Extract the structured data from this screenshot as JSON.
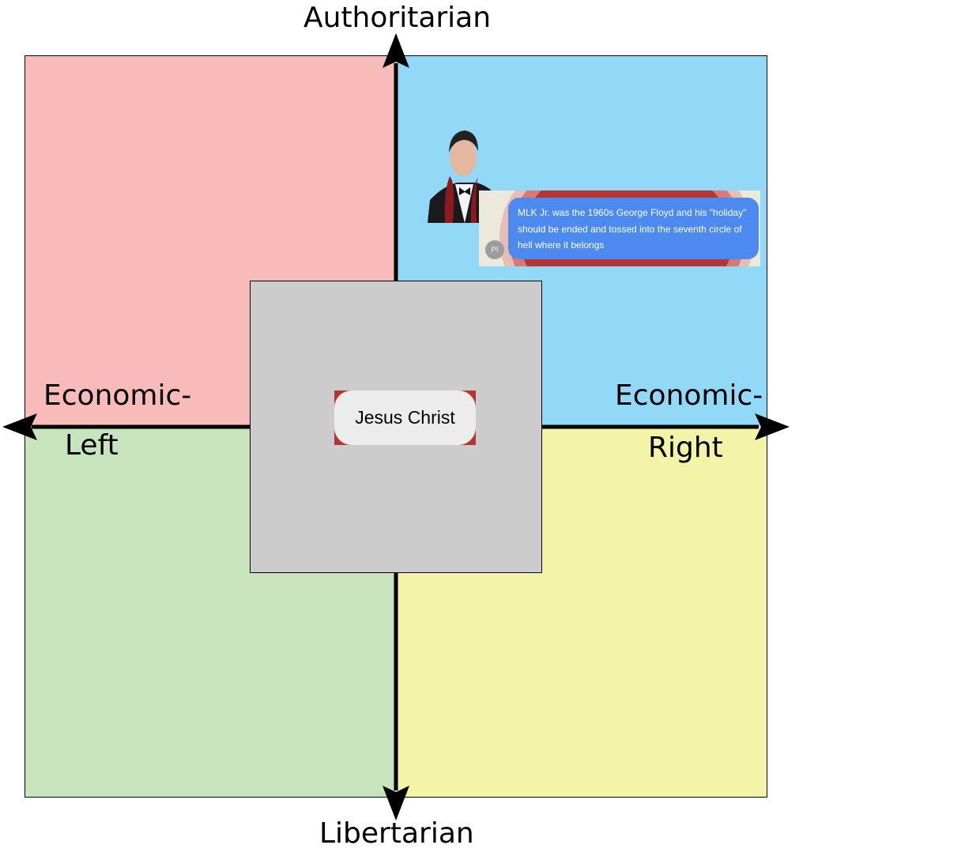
{
  "axes": {
    "top": "Authoritarian",
    "bottom": "Libertarian",
    "left_line1": "Economic-",
    "left_line2": "Left",
    "right_line1": "Economic-",
    "right_line2": "Right"
  },
  "quadrant_colors": {
    "auth_left": "#f9baba",
    "auth_right": "#92d9f7",
    "lib_left": "#c8e4bc",
    "lib_right": "#f3f4a8",
    "center": "#cccccc"
  },
  "center_label": "Jesus Christ",
  "chat": {
    "avatar_initials": "PI",
    "message": "MLK Jr. was the 1960s George Floyd and his \"holiday\" should be ended and tossed into the seventh circle of hell where it belongs"
  }
}
